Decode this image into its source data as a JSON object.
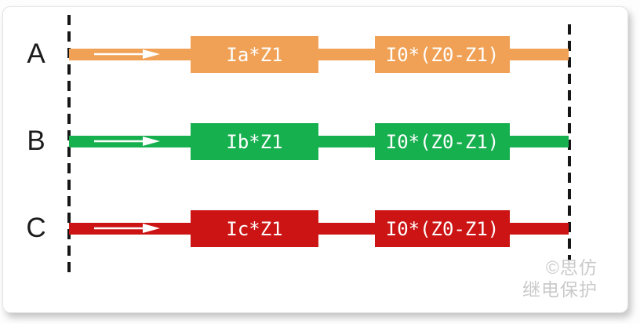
{
  "diagram": {
    "title_hint": "three-phase impedance voltage-drop diagram",
    "rows": [
      {
        "label": "A",
        "block1": "Ia*Z1",
        "block2": "I0*(Z0-Z1)",
        "color": "#f0a155"
      },
      {
        "label": "B",
        "block1": "Ib*Z1",
        "block2": "I0*(Z0-Z1)",
        "color": "#17b04f"
      },
      {
        "label": "C",
        "block1": "Ic*Z1",
        "block2": "I0*(Z0-Z1)",
        "color": "#cc1414"
      }
    ],
    "boundary_line_color": "#161616",
    "arrow_color": "#ffffff",
    "watermark": {
      "line1": "©思仿",
      "line2": "继电保护",
      "color": "#cacaca"
    }
  }
}
